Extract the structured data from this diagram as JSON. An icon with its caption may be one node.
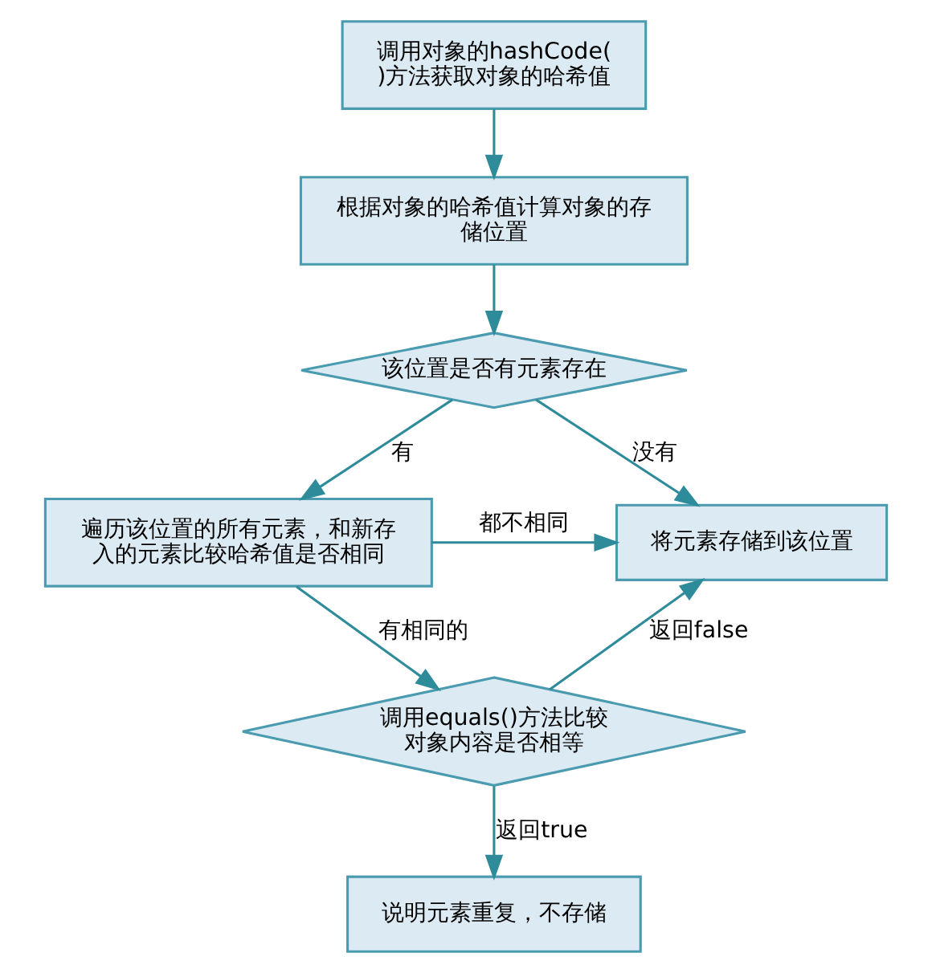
{
  "diagram": {
    "nodes": [
      {
        "text": [
          "调用对象的hashCode()方法获取对象的哈希值"
        ]
      },
      {
        "text": [
          "根据对象的哈希值计算对象的存储位置"
        ]
      },
      {
        "text": [
          "该位置是否有元素存在"
        ]
      },
      {
        "text": [
          "遍历该位置的所有元素，和新存入的元素比较哈希值是否相同"
        ]
      },
      {
        "text": [
          "将元素存储到该位置"
        ]
      },
      {
        "text": [
          "调用equals()方法比较对象内容是否相等"
        ]
      },
      {
        "text": [
          "说明元素重复，不存储"
        ]
      }
    ],
    "edges": [
      {
        "from": 0,
        "to": 1,
        "arrow": "to"
      },
      {
        "from": 1,
        "to": 2,
        "arrow": "to"
      },
      {
        "from": 2,
        "to": 4,
        "arrow": "to",
        "label": "没有"
      },
      {
        "from": 2,
        "to": 3,
        "arrow": "to",
        "label": "有"
      },
      {
        "from": 3,
        "to": 4,
        "arrow": "to",
        "label": "都不相同"
      },
      {
        "from": 3,
        "to": 5,
        "arrow": "to",
        "label": "有相同的"
      },
      {
        "from": 5,
        "to": 4,
        "arrow": "to",
        "label": "返回false"
      },
      {
        "from": 5,
        "to": 6,
        "arrow": "to",
        "label": "返回true"
      }
    ]
  }
}
